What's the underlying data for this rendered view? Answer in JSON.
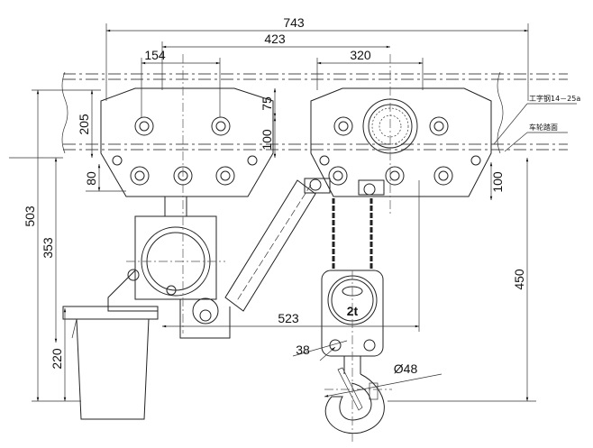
{
  "drawing": {
    "dimensions": {
      "overall_width": "743",
      "wheel_span": "423",
      "left_bolt_pitch": "154",
      "right_plate": "320",
      "total_height": "503",
      "height_353": "353",
      "height_205": "205",
      "height_80": "80",
      "height_220": "220",
      "offset_75": "75",
      "offset_100_left": "100",
      "offset_100_right": "100",
      "hook_height": "450",
      "hook_offset": "523",
      "hook_throat": "38",
      "hook_diameter": "Ø48"
    },
    "annotations": {
      "beam_label": "工字钢14－25a",
      "wheel_tread_label": "车轮踏面"
    },
    "hook_block": {
      "capacity": "2t"
    }
  }
}
